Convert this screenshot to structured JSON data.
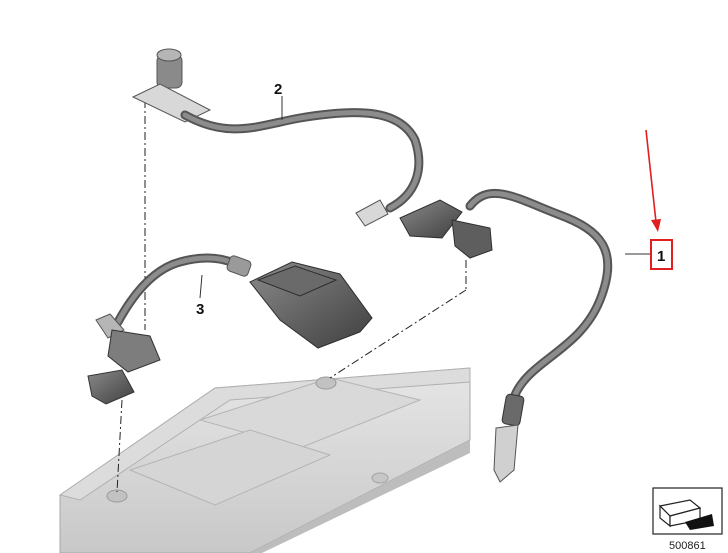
{
  "callouts": [
    {
      "label": "1",
      "highlighted": true
    },
    {
      "label": "2",
      "highlighted": false
    },
    {
      "label": "3",
      "highlighted": false
    }
  ],
  "diagram_code": "500861",
  "colors": {
    "highlight": "#e02020",
    "arrow": "#e02020",
    "cable": "#6f6f6f",
    "cable_light": "#9a9a9a",
    "battery": "#d2d2d2",
    "battery_edge": "#9a9a9a",
    "parts": "#555555",
    "dashdot": "#222222"
  }
}
